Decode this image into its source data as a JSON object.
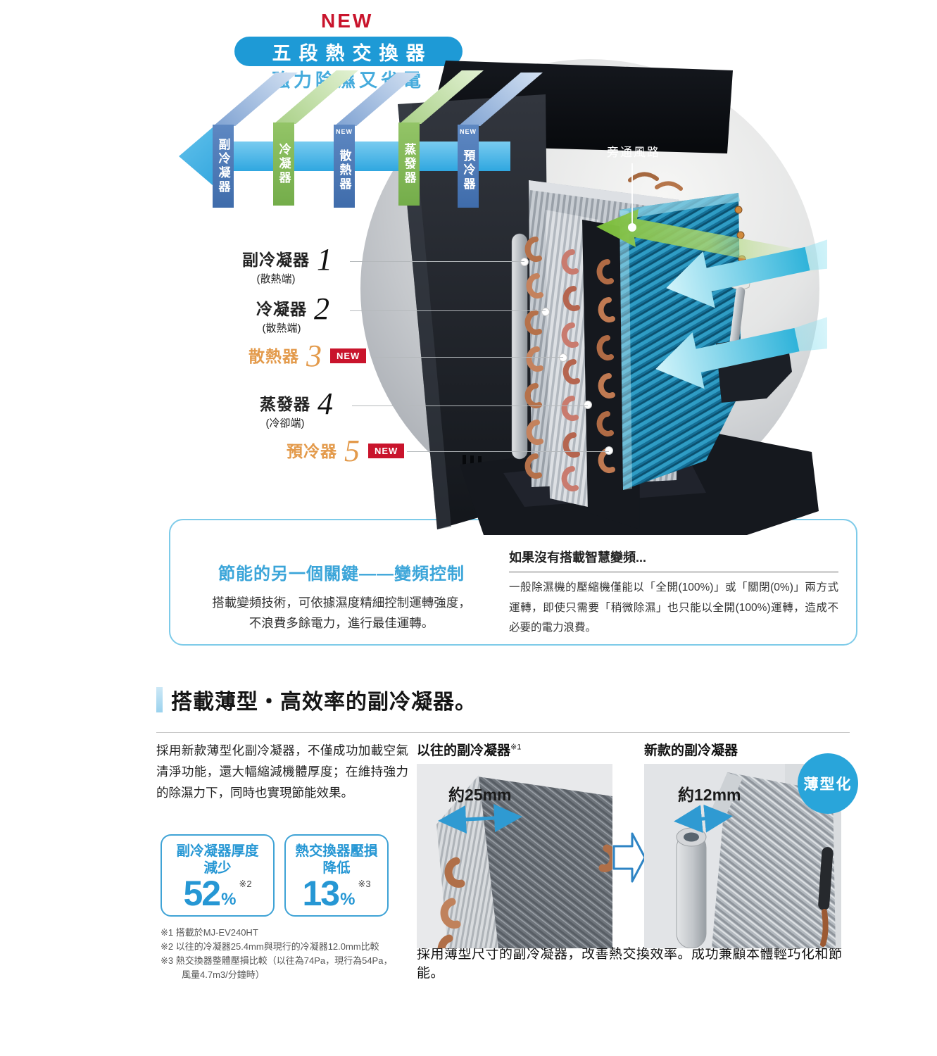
{
  "hero": {
    "new_label": "NEW",
    "title": "五段熱交換器",
    "subtitle": "強力除濕又省電"
  },
  "flow": {
    "stages": [
      {
        "label": "副冷凝器"
      },
      {
        "label": "冷凝器"
      },
      {
        "label": "散熱器",
        "new_tag": "NEW"
      },
      {
        "label": "蒸發器"
      },
      {
        "label": "預冷器",
        "new_tag": "NEW"
      }
    ]
  },
  "photo": {
    "bypass_label": "旁通風路",
    "callouts": [
      {
        "name": "副冷凝器",
        "sub": "(散熱端)",
        "num": "1"
      },
      {
        "name": "冷凝器",
        "sub": "(散熱端)",
        "num": "2"
      },
      {
        "name": "散熱器",
        "num": "3",
        "new_tag": "NEW"
      },
      {
        "name": "蒸發器",
        "sub": "(冷卻端)",
        "num": "4"
      },
      {
        "name": "預冷器",
        "num": "5",
        "new_tag": "NEW"
      }
    ]
  },
  "info_box": {
    "left_heading": "節能的另一個關鍵——變頻控制",
    "left_line1": "搭載變頻技術，可依據濕度精細控制運轉強度，",
    "left_line2": "不浪費多餘電力，進行最佳運轉。",
    "right_heading": "如果沒有搭載智慧變頻...",
    "right_body": "一般除濕機的壓縮機僅能以「全開(100%)」或「關閉(0%)」兩方式運轉，即使只需要「稍微除濕」也只能以全開(100%)運轉，造成不必要的電力浪費。"
  },
  "thin_section": {
    "heading": "搭載薄型・高效率的副冷凝器。",
    "intro": "採用新款薄型化副冷凝器，不僅成功加載空氣清淨功能，還大幅縮減機體厚度；在維持強力的除濕力下，同時也實現節能效果。",
    "stats": [
      {
        "line1": "副冷凝器厚度",
        "line2": "減少",
        "value": "52",
        "unit": "%",
        "note": "※2"
      },
      {
        "line1": "熱交換器壓損",
        "line2": "降低",
        "value": "13",
        "unit": "%",
        "note": "※3"
      }
    ],
    "footnotes": [
      "※1 搭載於MJ-EV240HT",
      "※2 以往的冷凝器25.4mm與現行的冷凝器12.0mm比較",
      "※3 熱交換器整體壓損比較（以往為74Pa，現行為54Pa，\n風量4.7m3/分鐘時）"
    ],
    "compare": {
      "old_label": "以往的副冷凝器",
      "old_note": "※1",
      "old_dim": "約25mm",
      "new_label": "新款的副冷凝器",
      "new_dim": "約12mm",
      "badge": "薄型化",
      "caption": "採用薄型尺寸的副冷凝器，改善熱交換效率。成功兼顧本體輕巧化和節能。"
    }
  },
  "colors": {
    "accent_blue": "#1e9ad6",
    "light_blue": "#45b5e8",
    "green": "#7cb74e",
    "new_red": "#c9142c",
    "orange": "#e39a4b",
    "stat_blue": "#2697d4"
  }
}
